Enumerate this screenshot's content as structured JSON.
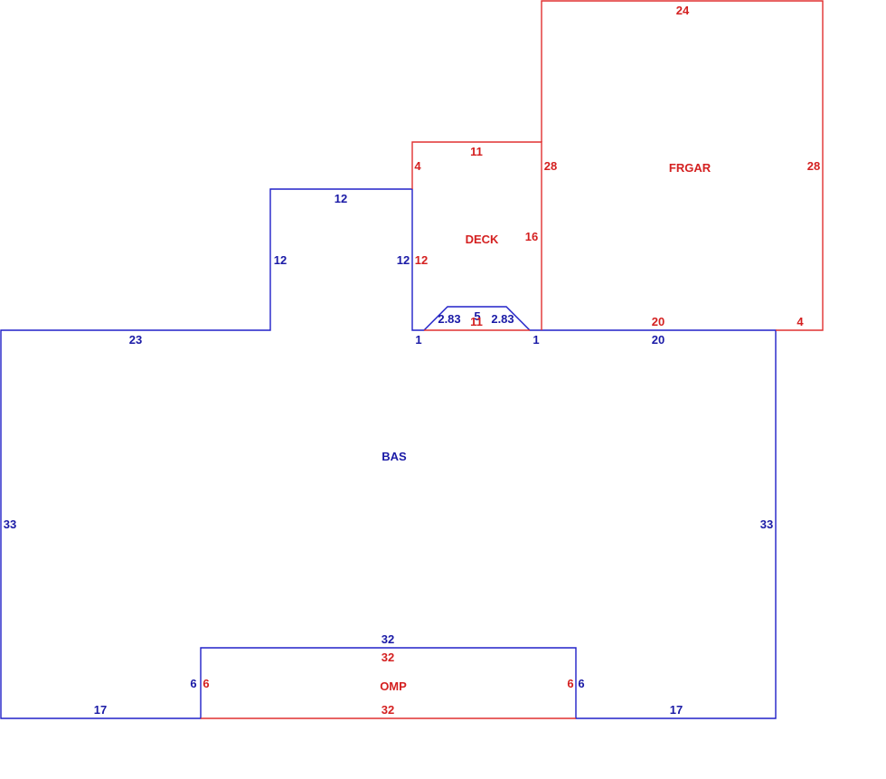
{
  "colors": {
    "bas": "#2020c8",
    "bas_text": "#1a1aa6",
    "red": "#e03030",
    "red_text": "#d42020"
  },
  "areas": {
    "bas": "BAS",
    "deck": "DECK",
    "frgar": "FRGAR",
    "omp": "OMP"
  },
  "dims": {
    "bas_top_left": "23",
    "bas_step_vert": "12",
    "bas_step_top": "12",
    "bas_step_right": "12",
    "bas_one_left": "1",
    "bas_one_right": "1",
    "bas_bay_left": "2.83",
    "bas_bay_top": "5",
    "bas_bay_right": "2.83",
    "bas_top_right": "20",
    "bas_left": "33",
    "bas_right": "33",
    "bas_bottom_left": "17",
    "bas_bottom_right": "17",
    "omp_top_blue": "32",
    "omp_left_blue": "6",
    "omp_right_blue": "6",
    "deck_top": "11",
    "deck_left_upper": "4",
    "deck_left_lower": "12",
    "deck_right": "16",
    "deck_bottom": "11",
    "frgar_top": "24",
    "frgar_left": "28",
    "frgar_right": "28",
    "frgar_bottom": "20",
    "frgar_bottom_right": "4",
    "omp_top_red": "32",
    "omp_left_red": "6",
    "omp_right_red": "6",
    "omp_bottom": "32"
  }
}
